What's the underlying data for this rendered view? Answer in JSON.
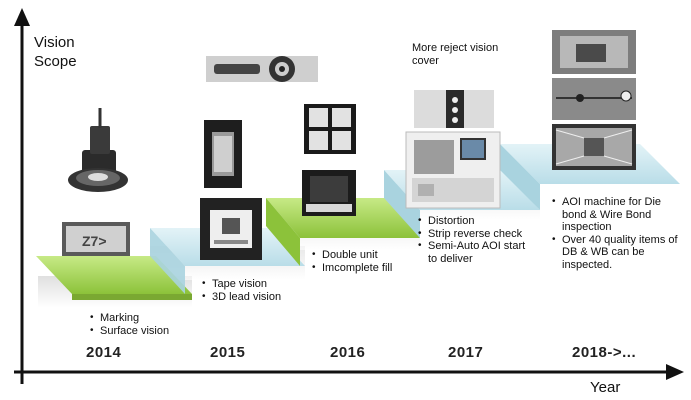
{
  "axis": {
    "y_title_line1": "Vision",
    "y_title_line2": "Scope",
    "x_title": "Year"
  },
  "colors": {
    "green_step": "#9fd14a",
    "blue_step": "#c9e6ee",
    "axis": "#111111"
  },
  "stages": [
    {
      "year": "2014",
      "items": [
        "Marking",
        "Surface vision"
      ]
    },
    {
      "year": "2015",
      "items": [
        "Tape vision",
        "3D lead vision"
      ]
    },
    {
      "year": "2016",
      "items": [
        "Double unit",
        "Imcomplete fill"
      ]
    },
    {
      "year": "2017",
      "items": [
        "Distortion",
        "Strip reverse check",
        "Semi-Auto AOI start to deliver"
      ],
      "note": "More reject vision cover"
    },
    {
      "year": "2018->...",
      "items": [
        "AOI machine for Die bond & Wire Bond inspection",
        "Over 40 quality items of DB & WB can be inspected."
      ]
    }
  ]
}
